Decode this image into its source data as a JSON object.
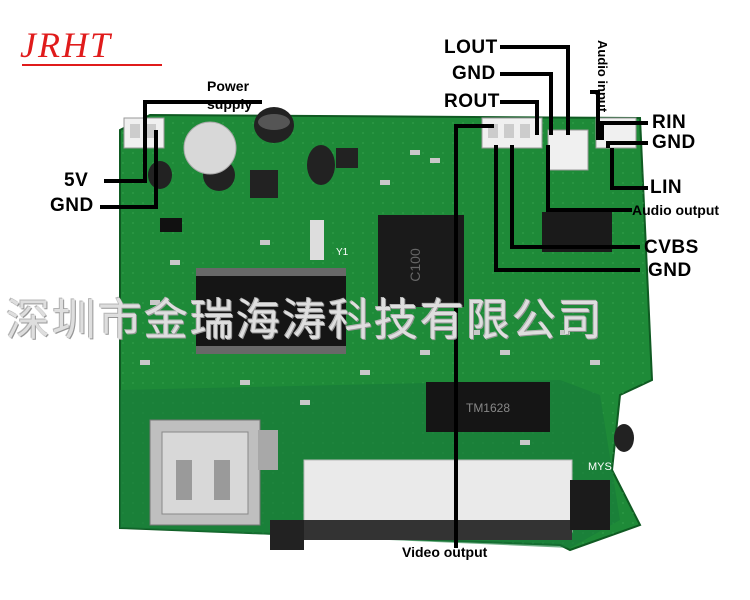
{
  "brand": "JRHT",
  "watermark": "深圳市金瑞海涛科技有限公司",
  "labels": {
    "power_supply_line1": "Power",
    "power_supply_line2": "supply",
    "v5": "5V",
    "gnd_left": "GND",
    "lout": "LOUT",
    "gnd_top": "GND",
    "rout": "ROUT",
    "audio_input": "Audio input",
    "rin": "RIN",
    "gnd_right": "GND",
    "lin": "LIN",
    "audio_output": "Audio output",
    "cvbs": "CVBS",
    "gnd_bottom": "GND",
    "video_output": "Video output"
  },
  "board_text": {
    "chip_main": "C100",
    "chip_audio": "TM1628",
    "cap_label": "Y1",
    "brand_mark": "MYS"
  },
  "colors": {
    "brand_red": "#e01b1b",
    "pcb_green": "#1f8a3a",
    "line_black": "#000000"
  }
}
